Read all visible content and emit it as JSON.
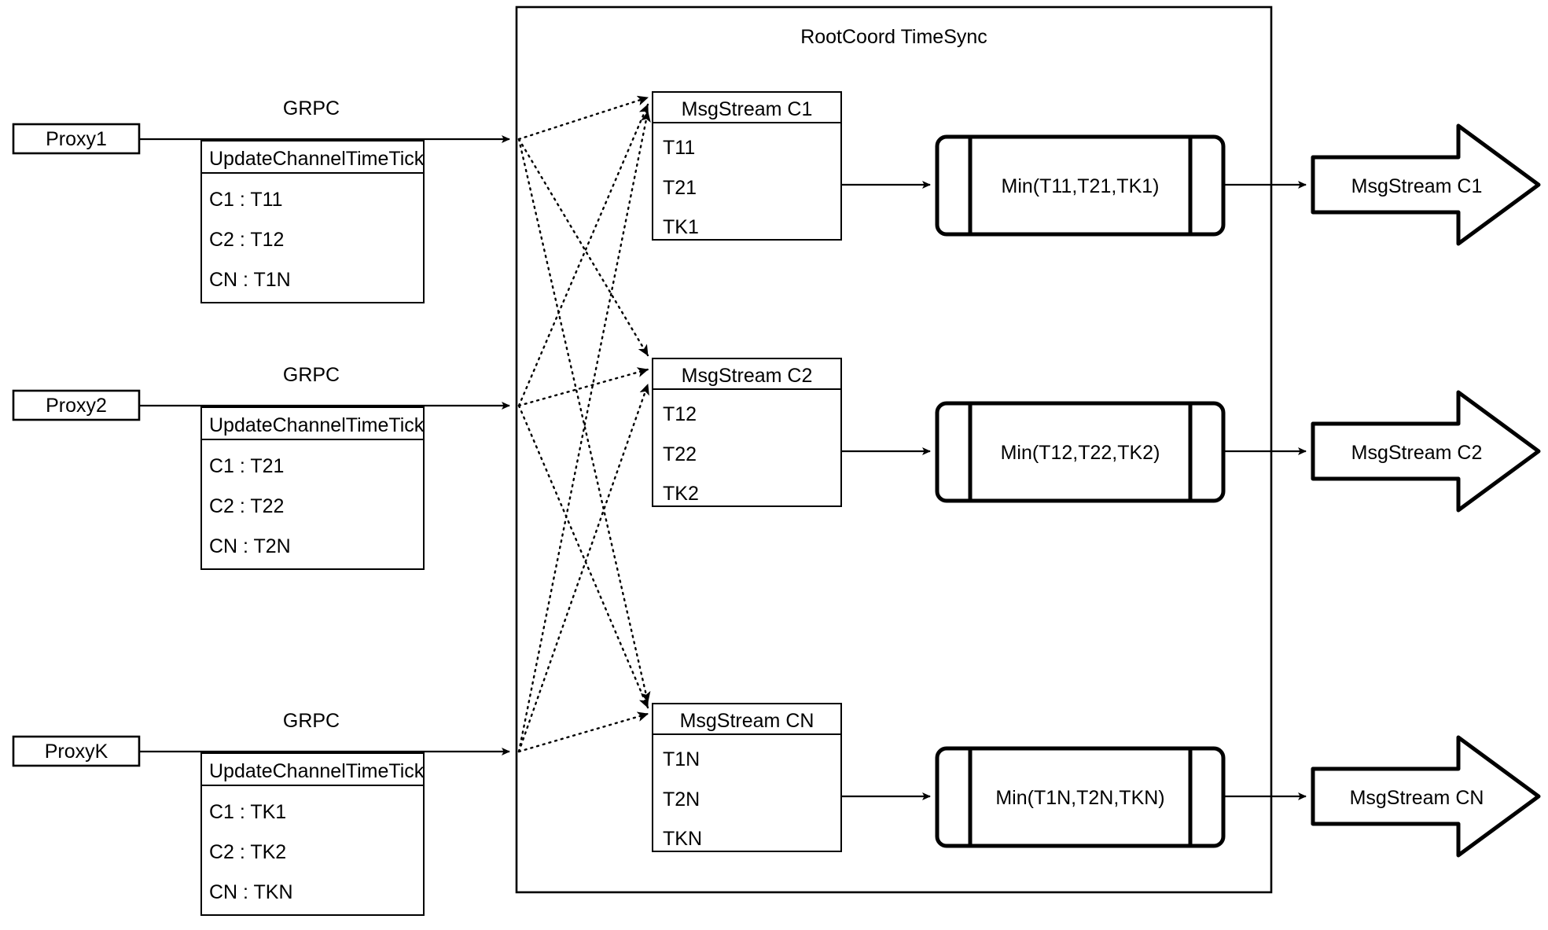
{
  "diagram": {
    "title": "RootCoord TimeSync",
    "container_label": "RootCoord TimeSync"
  },
  "rows": [
    {
      "proxy_label": "Proxy1",
      "link_label": "GRPC",
      "rpc_title": "UpdateChannelTimeTick",
      "rpc_entries": [
        "C1 :  T11",
        "C2 :  T12",
        "CN : T1N"
      ],
      "msgstream_title": "MsgStream C1",
      "msgstream_entries": [
        "T11",
        "T21",
        "TK1"
      ],
      "process_label": "Min(T11,T21,TK1)",
      "output_label": "MsgStream C1"
    },
    {
      "proxy_label": "Proxy2",
      "link_label": "GRPC",
      "rpc_title": "UpdateChannelTimeTick",
      "rpc_entries": [
        "C1 :  T21",
        "C2 :  T22",
        "CN : T2N"
      ],
      "msgstream_title": "MsgStream C2",
      "msgstream_entries": [
        "T12",
        "T22",
        "TK2"
      ],
      "process_label": "Min(T12,T22,TK2)",
      "output_label": "MsgStream C2"
    },
    {
      "proxy_label": "ProxyK",
      "link_label": "GRPC",
      "rpc_title": "UpdateChannelTimeTick",
      "rpc_entries": [
        "C1 :  TK1",
        "C2 :  TK2",
        "CN : TKN"
      ],
      "msgstream_title": "MsgStream CN",
      "msgstream_entries": [
        "T1N",
        "T2N",
        "TKN"
      ],
      "process_label": "Min(T1N,T2N,TKN)",
      "output_label": "MsgStream CN"
    }
  ],
  "colors": {
    "stroke": "#000000",
    "fill": "#ffffff"
  }
}
